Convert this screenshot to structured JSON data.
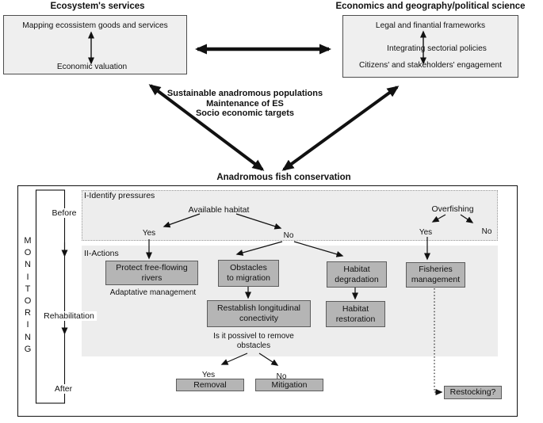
{
  "top": {
    "left_heading": "Ecosystem's services",
    "left_box": {
      "line1": "Mapping ecossistem goods and services",
      "line2": "Economic valuation"
    },
    "right_heading": "Economics and geography/political science",
    "right_box": {
      "line1": "Legal and finantial frameworks",
      "line2": "Integrating sectorial policies",
      "line3": "Citizens' and stakeholders' engagement"
    }
  },
  "middle": {
    "goals": "Sustainable anadromous populations\nMaintenance  of ES\nSocio economic targets"
  },
  "flow": {
    "title": "Anadromous fish conservation",
    "monitoring_vertical": "M\nO\nN\nI\nT\nO\nR\nI\nN\nG",
    "phases": {
      "before": "Before",
      "rehabilitation": "Rehabilitation",
      "after": "After"
    },
    "sections": {
      "identify": "I-Identify pressures",
      "actions": "II-Actions"
    },
    "questions": {
      "available_habitat": "Available habitat",
      "overfishing": "Overfishing",
      "remove_obstacles": "Is it possivel to remove\nobstacles"
    },
    "answers": {
      "yes": "Yes",
      "no": "No"
    },
    "boxes": {
      "protect": "Protect free-flowing\nrivers",
      "obstacles": "Obstacles\nto migration",
      "degradation": "Habitat\ndegradation",
      "fisheries": "Fisheries\nmanagement",
      "restablish": "Restablish longitudinal\nconectivity",
      "restoration": "Habitat\nrestoration",
      "removal": "Removal",
      "mitigation": "Mitigation",
      "restocking": "Restocking?"
    },
    "notes": {
      "adaptative": "Adaptative management"
    }
  },
  "colors": {
    "action_box_fill": "#b5b5b5",
    "region_fill": "#ededed",
    "panel_fill": "#efefef",
    "arrow": "#111111",
    "border_dark": "#4d4d4d"
  }
}
